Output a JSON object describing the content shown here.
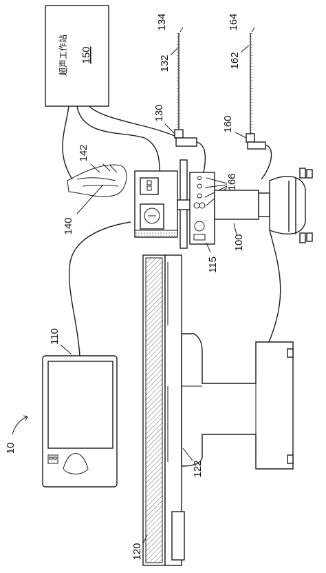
{
  "labels": {
    "system": "10",
    "robot": "100",
    "monitor": "110",
    "robot_console": "115",
    "table": "120",
    "table_base": "122",
    "probe_holder_1": "130",
    "needle_1": "132",
    "needle_tip_1": "134",
    "probe_cable": "140",
    "probe": "142",
    "workstation": "150",
    "probe_holder_2": "160",
    "needle_2": "162",
    "needle_tip_2": "164",
    "controls": "166"
  },
  "workstation_text": "超声工作站"
}
